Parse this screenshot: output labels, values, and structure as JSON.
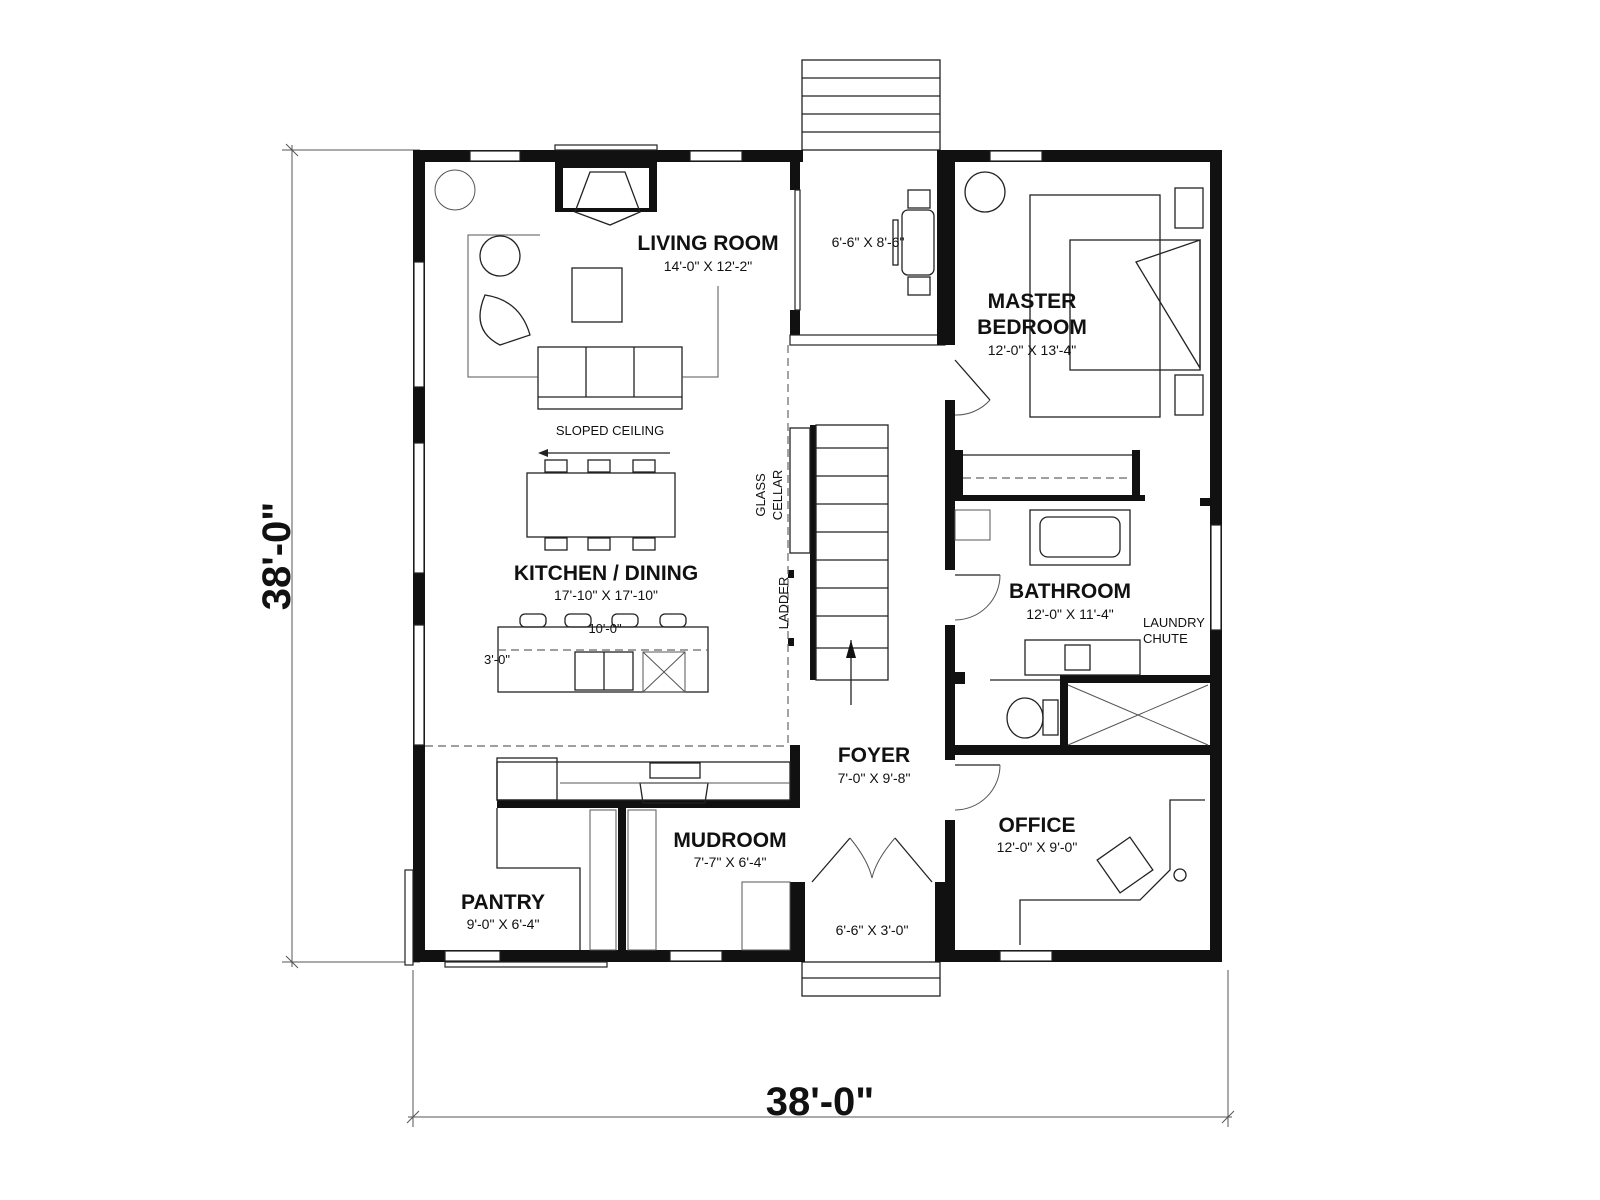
{
  "rooms": {
    "living": {
      "name": "LIVING ROOM",
      "dims": "14'-0\" X 12'-2\""
    },
    "deck": {
      "dims": "6'-6\" X 8'-6\""
    },
    "master": {
      "name_line1": "MASTER",
      "name_line2": "BEDROOM",
      "dims": "12'-0\" X 13'-4\""
    },
    "kitchen": {
      "name": "KITCHEN / DINING",
      "dims": "17'-10\" X 17'-10\""
    },
    "bathroom": {
      "name": "BATHROOM",
      "dims": "12'-0\" X 11'-4\""
    },
    "foyer": {
      "name": "FOYER",
      "dims": "7'-0\" X 9'-8\""
    },
    "office": {
      "name": "OFFICE",
      "dims": "12'-0\" X 9'-0\""
    },
    "mudroom": {
      "name": "MUDROOM",
      "dims": "7'-7\" X 6'-4\""
    },
    "pantry": {
      "name": "PANTRY",
      "dims": "9'-0\" X 6'-4\""
    },
    "entry": {
      "dims": "6'-6\" X 3'-0\""
    }
  },
  "notes": {
    "sloped_ceiling": "SLOPED CEILING",
    "glass": "GLASS",
    "cellar": "CELLAR",
    "ladder": "LADDER",
    "laundry": "LAUNDRY",
    "chute": "CHUTE",
    "island_length": "10'-0\"",
    "island_width": "3'-0\""
  },
  "dimensions": {
    "overall_height": "38'-0\"",
    "overall_width": "38'-0\""
  }
}
